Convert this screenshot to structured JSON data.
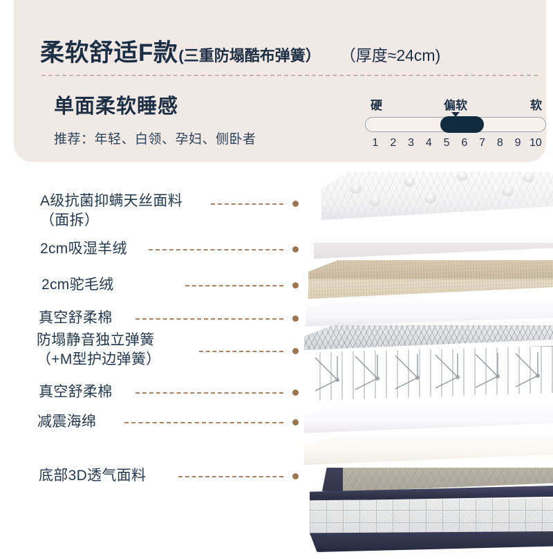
{
  "banner": {
    "title_main": "柔软舒适F款",
    "title_paren": "(三重防塌酷布弹簧）",
    "title_thickness": "（厚度≈24cm)",
    "subtitle": "单面柔软睡感",
    "recommend": "推荐：年轻、白领、孕妇、侧卧者",
    "bg_color": "#f1e9e5"
  },
  "firmness_scale": {
    "label_hard": "硬",
    "label_mid": "偏软",
    "label_soft": "软",
    "numbers": [
      "1",
      "2",
      "3",
      "4",
      "5",
      "6",
      "7",
      "8",
      "9",
      "10"
    ],
    "selected_from": 5,
    "selected_to": 7,
    "fill_color": "#112a40"
  },
  "layers": [
    {
      "label": "A级抗菌抑螨天丝面料",
      "label_line2": "（面拆）",
      "dot_color": "#9c7650"
    },
    {
      "label": "2cm吸湿羊绒",
      "label_line2": "",
      "dot_color": "#9c7650"
    },
    {
      "label": "2cm驼毛绒",
      "label_line2": "",
      "dot_color": "#9c7650"
    },
    {
      "label": "真空舒柔棉",
      "label_line2": "",
      "dot_color": "#9c7650"
    },
    {
      "label": "防塌静音独立弹簧",
      "label_line2": "（+M型护边弹簧）",
      "dot_color": "#9c7650"
    },
    {
      "label": "真空舒柔棉",
      "label_line2": "",
      "dot_color": "#9c7650"
    },
    {
      "label": "减震海绵",
      "label_line2": "",
      "dot_color": "#9c7650"
    },
    {
      "label": "底部3D透气面料",
      "label_line2": "",
      "dot_color": "#9c7650"
    }
  ],
  "colors": {
    "text_navy": "#23394f",
    "leader_brown": "#a88263",
    "banner_bg": "#f1e9e5",
    "navy_trim": "#2d2f46",
    "camel": "#d9cdb8"
  }
}
